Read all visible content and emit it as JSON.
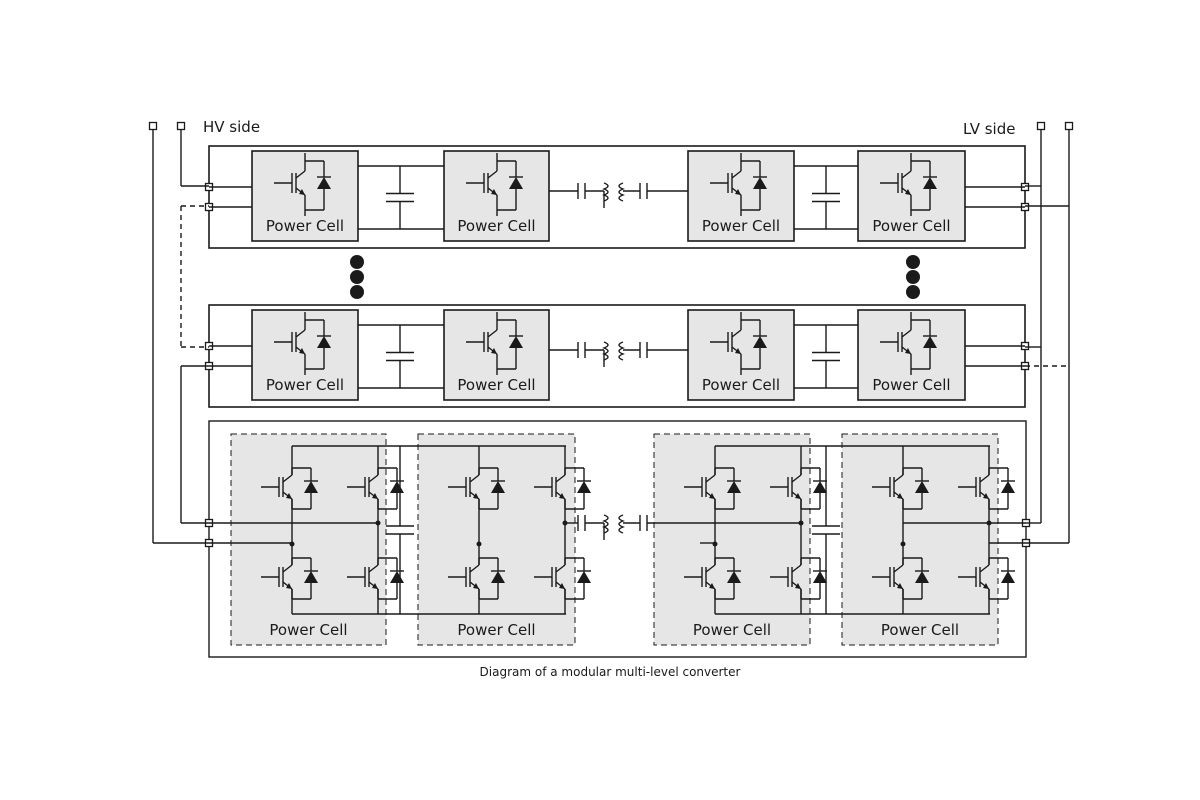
{
  "labels": {
    "hv_side": "HV side",
    "lv_side": "LV side",
    "cell": "Power Cell",
    "caption": "Diagram of a modular multi-level converter"
  },
  "colors": {
    "line": "#1a1a1a",
    "cell_fill": "#e6e6e6",
    "background": "#ffffff"
  }
}
